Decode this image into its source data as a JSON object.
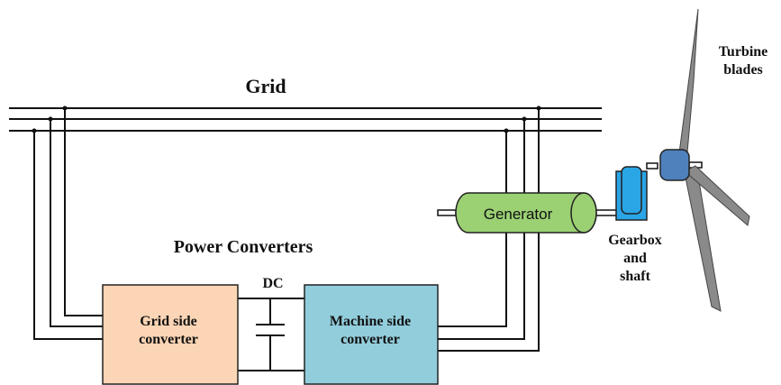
{
  "labels": {
    "grid": "Grid",
    "power_converters": "Power Converters",
    "dc": "DC",
    "grid_side_converter": "Grid side\nconverter",
    "machine_side_converter": "Machine side\nconverter",
    "generator": "Generator",
    "gearbox_shaft": "Gearbox\nand\nshaft",
    "turbine_blades": "Turbine\nblades"
  },
  "colors": {
    "line": "#111111",
    "grid_side_fill": "#fbd5b5",
    "machine_side_fill": "#92cddc",
    "generator_fill": "#9bd073",
    "gearbox_fill": "#2aa5e6",
    "hub_fill": "#4f81bd",
    "blade_fill": "#8a8a8a"
  }
}
